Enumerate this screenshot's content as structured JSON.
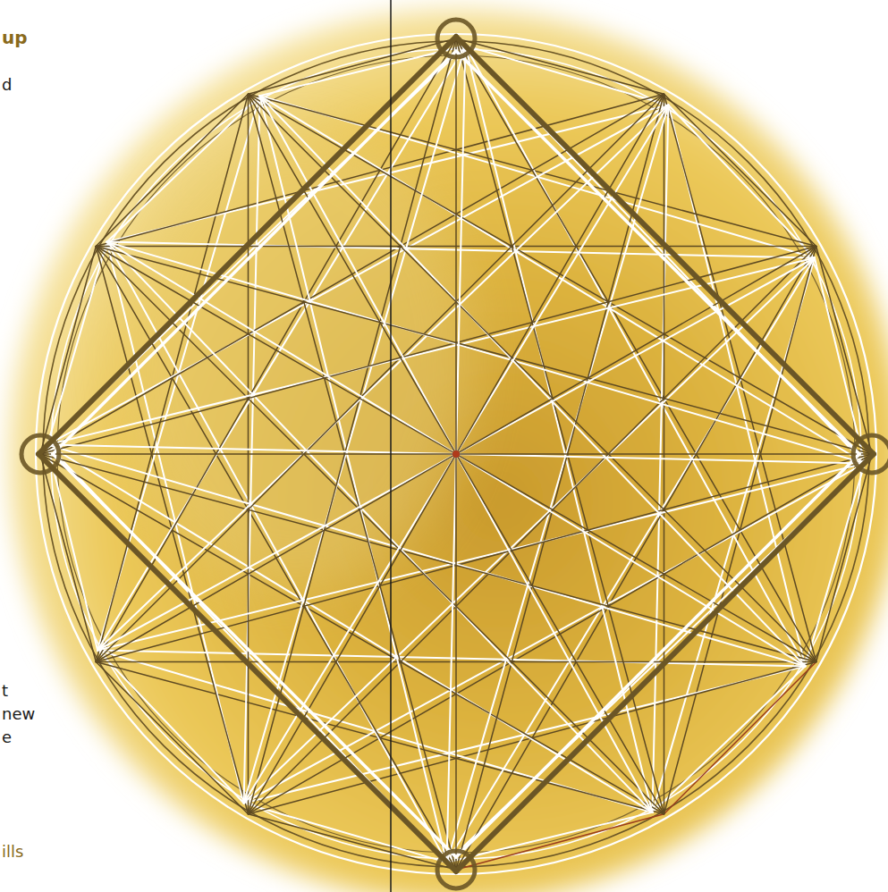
{
  "diagram": {
    "labels": [
      "up",
      "d",
      "t",
      "new",
      "e",
      "ills"
    ]
  }
}
